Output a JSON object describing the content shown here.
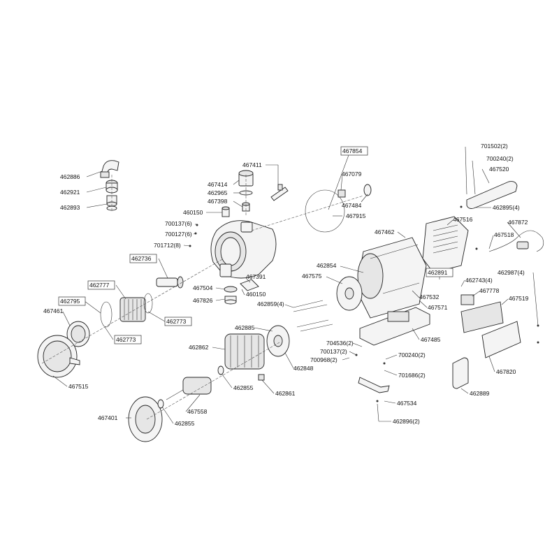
{
  "labels": [
    {
      "id": "l1",
      "text": "467854",
      "boxed": true
    },
    {
      "id": "l2",
      "text": "701502(2)"
    },
    {
      "id": "l3",
      "text": "700240(2)"
    },
    {
      "id": "l4",
      "text": "467520"
    },
    {
      "id": "l5",
      "text": "467411"
    },
    {
      "id": "l6",
      "text": "467079"
    },
    {
      "id": "l7",
      "text": "462886"
    },
    {
      "id": "l8",
      "text": "467414"
    },
    {
      "id": "l9",
      "text": "462965"
    },
    {
      "id": "l10",
      "text": "462921"
    },
    {
      "id": "l11",
      "text": "467398"
    },
    {
      "id": "l12",
      "text": "462893"
    },
    {
      "id": "l13",
      "text": "467484"
    },
    {
      "id": "l14",
      "text": "462895(4)"
    },
    {
      "id": "l15",
      "text": "460150"
    },
    {
      "id": "l16",
      "text": "467915"
    },
    {
      "id": "l17",
      "text": "700137(6)"
    },
    {
      "id": "l18",
      "text": "467516"
    },
    {
      "id": "l19",
      "text": "467872"
    },
    {
      "id": "l20",
      "text": "700127(6)"
    },
    {
      "id": "l21",
      "text": "467462"
    },
    {
      "id": "l22",
      "text": "467518"
    },
    {
      "id": "l23",
      "text": "701712(8)"
    },
    {
      "id": "l24",
      "text": "462736",
      "boxed": true
    },
    {
      "id": "l25",
      "text": "462854"
    },
    {
      "id": "l26",
      "text": "462891",
      "boxed": true
    },
    {
      "id": "l27",
      "text": "462987(4)"
    },
    {
      "id": "l28",
      "text": "467391"
    },
    {
      "id": "l29",
      "text": "467575"
    },
    {
      "id": "l30",
      "text": "462777",
      "boxed": true
    },
    {
      "id": "l31",
      "text": "467504"
    },
    {
      "id": "l32",
      "text": "460150"
    },
    {
      "id": "l33",
      "text": "462743(4)"
    },
    {
      "id": "l34",
      "text": "467778"
    },
    {
      "id": "l35",
      "text": "467826"
    },
    {
      "id": "l36",
      "text": "467532"
    },
    {
      "id": "l37",
      "text": "467519"
    },
    {
      "id": "l38",
      "text": "462795",
      "boxed": true
    },
    {
      "id": "l39",
      "text": "462859(4)"
    },
    {
      "id": "l40",
      "text": "467571"
    },
    {
      "id": "l41",
      "text": "467461"
    },
    {
      "id": "l42",
      "text": "462773",
      "boxed": true
    },
    {
      "id": "l43",
      "text": "462885"
    },
    {
      "id": "l44",
      "text": "462773",
      "boxed": true
    },
    {
      "id": "l45",
      "text": "467485"
    },
    {
      "id": "l46",
      "text": "462862"
    },
    {
      "id": "l47",
      "text": "704536(2)"
    },
    {
      "id": "l48",
      "text": "700137(2)"
    },
    {
      "id": "l49",
      "text": "700968(2)"
    },
    {
      "id": "l50",
      "text": "700240(2)"
    },
    {
      "id": "l51",
      "text": "462848"
    },
    {
      "id": "l52",
      "text": "467820"
    },
    {
      "id": "l53",
      "text": "701686(2)"
    },
    {
      "id": "l54",
      "text": "467515"
    },
    {
      "id": "l55",
      "text": "462855"
    },
    {
      "id": "l56",
      "text": "462861"
    },
    {
      "id": "l57",
      "text": "462889"
    },
    {
      "id": "l58",
      "text": "467534"
    },
    {
      "id": "l59",
      "text": "467558"
    },
    {
      "id": "l60",
      "text": "467401"
    },
    {
      "id": "l61",
      "text": "462855"
    },
    {
      "id": "l62",
      "text": "462896(2)"
    }
  ]
}
